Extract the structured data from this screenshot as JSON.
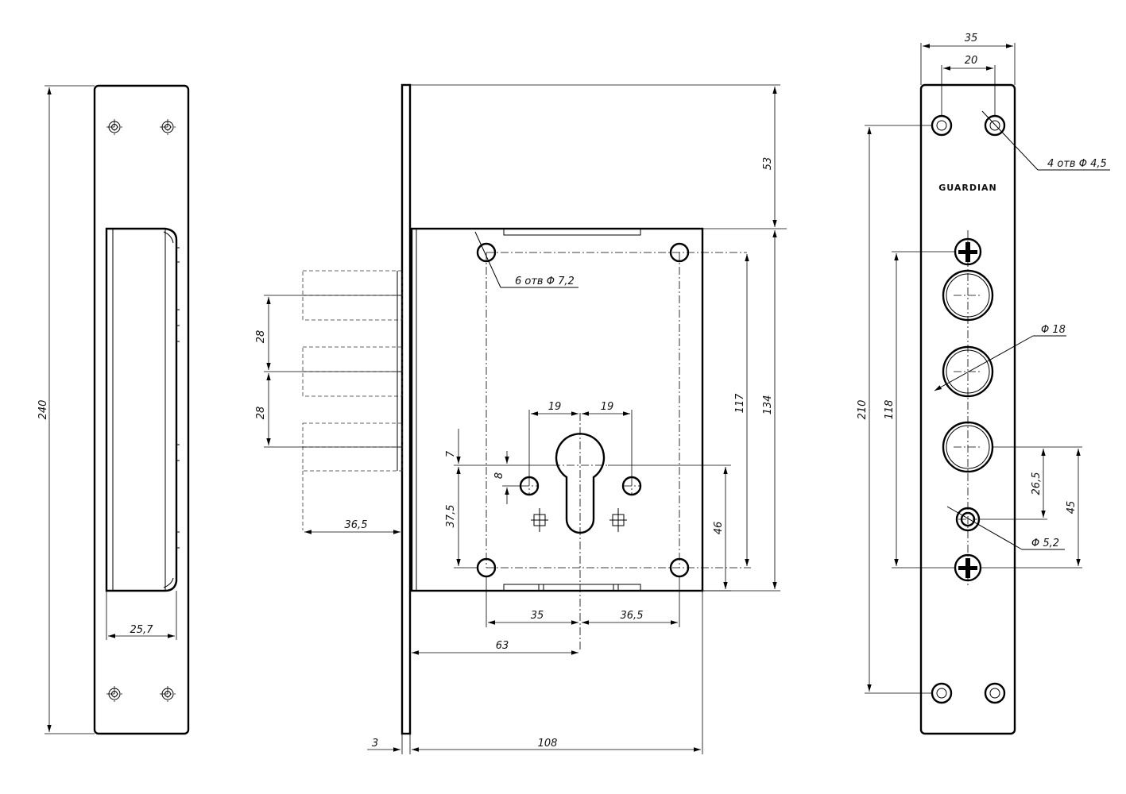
{
  "logo": {
    "text": "GUARDIAN"
  },
  "strike_plate": {
    "height_label": "240",
    "opening_width_label": "25,7"
  },
  "lock_body": {
    "top_offset_label": "53",
    "height_label": "134",
    "hole_spacing_label": "117",
    "holes_note": "6 отв Φ 7,2",
    "bolt_pitch_1_label": "28",
    "bolt_pitch_2_label": "28",
    "bolt_projection_label": "36,5",
    "cyl_offset_left_label": "19",
    "cyl_offset_right_label": "19",
    "cyl_top_label": "7",
    "cyl_screw_offset_label": "8",
    "cyl_to_bottom_holes_label": "37,5",
    "cyl_to_bottom_label": "46",
    "bottom_left_label": "35",
    "bottom_right_label": "36,5",
    "backset_label": "63",
    "faceplate_thickness_label": "3",
    "depth_label": "108"
  },
  "faceplate": {
    "width_outer_label": "35",
    "width_inner_label": "20",
    "holes_note": "4 отв Φ 4,5",
    "hole_distance_label": "210",
    "screw_distance_label": "118",
    "bolt_hole_note": "Φ 18",
    "latch_note": "Φ 5,2",
    "bolt_to_latch_label": "26,5",
    "latch_distance_label": "45"
  }
}
